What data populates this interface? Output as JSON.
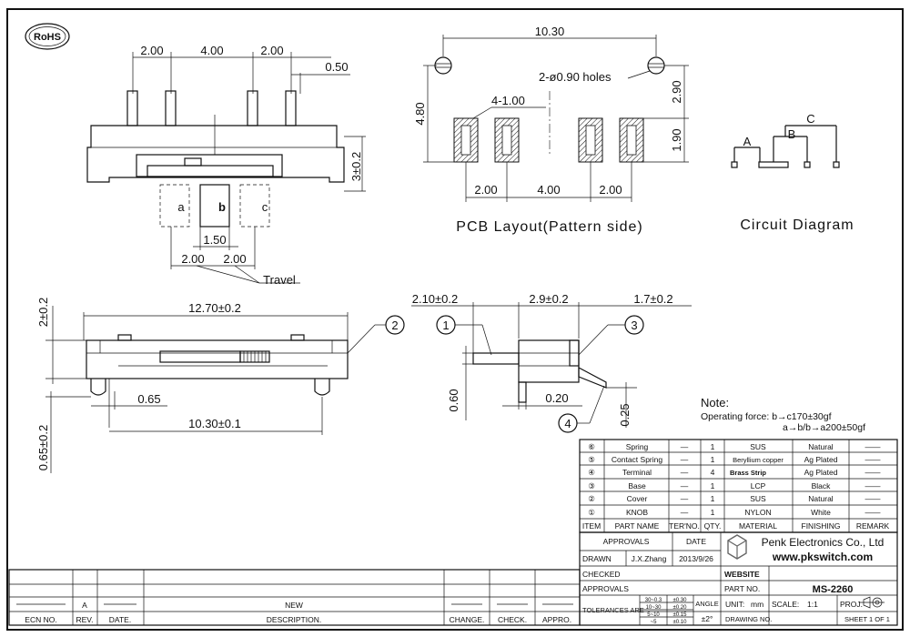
{
  "rohs": "RoHS",
  "top_view": {
    "dims": [
      "2.00",
      "4.00",
      "2.00",
      "0.50",
      "3±0.2",
      "1.50",
      "2.00",
      "2.00"
    ],
    "terminals": [
      "a",
      "b",
      "c"
    ],
    "travel": "Travel"
  },
  "pcb": {
    "dims": [
      "10.30",
      "2-ø0.90  holes",
      "4-1.00",
      "4.80",
      "2.90",
      "1.90",
      "2.00",
      "4.00",
      "2.00"
    ],
    "caption": "PCB Layout(Pattern side)"
  },
  "circuit": {
    "labels": [
      "A",
      "B",
      "C"
    ],
    "caption": "Circuit Diagram"
  },
  "front_view": {
    "dims": [
      "2±0.2",
      "12.70±0.2",
      "0.65",
      "10.30±0.1",
      "0.65±0.2"
    ],
    "callout": "2"
  },
  "side_view": {
    "dims": [
      "2.10±0.2",
      "2.9±0.2",
      "1.7±0.2",
      "0.60",
      "0.20",
      "0.25"
    ],
    "callouts": [
      "1",
      "3",
      "4"
    ]
  },
  "note": {
    "title": "Note:",
    "line1": "Operating  force: b→c170±30gf",
    "line2": "a→b/b→a200±50gf"
  },
  "bom": {
    "header": [
      "ITEM",
      "PART NAME",
      "TER'NO.",
      "QTY.",
      "MATERIAL",
      "FINISHING",
      "REMARK"
    ],
    "rows": [
      [
        "⑥",
        "Spring",
        "—",
        "1",
        "SUS",
        "Natural",
        "——"
      ],
      [
        "⑤",
        "Contact Spring",
        "—",
        "1",
        "Beryllium copper",
        "Ag Plated",
        "——"
      ],
      [
        "④",
        "Terminal",
        "—",
        "4",
        "Brass Strip",
        "Ag Plated",
        "——"
      ],
      [
        "③",
        "Base",
        "—",
        "1",
        "LCP",
        "Black",
        "——"
      ],
      [
        "②",
        "Cover",
        "—",
        "1",
        "SUS",
        "Natural",
        "——"
      ],
      [
        "①",
        "KNOB",
        "—",
        "1",
        "NYLON",
        "White",
        "——"
      ]
    ]
  },
  "title_block": {
    "approvals_header": "APPROVALS",
    "date_header": "DATE",
    "company": "Penk Electronics Co., Ltd",
    "website_url": "www.pkswitch.com",
    "drawn_label": "DRAWN",
    "drawn_by": "J.X.Zhang",
    "drawn_date": "2013/9/26",
    "checked_label": "CHECKED",
    "approvals_label": "APPROVALS",
    "website_label": "WEBSITE",
    "part_no_label": "PART NO.",
    "part_no": "MS-2260",
    "tolerances_label": "TOLERANCES ARE",
    "tol": [
      "30~0.3",
      "±0.30",
      "10~30",
      "±0.20",
      "5~10",
      "±0.15",
      "~5",
      "±0.10"
    ],
    "angle_label": "ANGLE",
    "angle_tol": "±2°",
    "unit_label": "UNIT:",
    "unit": "mm",
    "scale_label": "SCALE:",
    "scale": "1:1",
    "proj_label": "PROJ.",
    "drawing_no_label": "DRAWING NO.",
    "sheet": "SHEET  1  OF  1"
  },
  "revision": {
    "rev_value": "A",
    "description": "NEW",
    "headers": [
      "ECN NO.",
      "REV.",
      "DATE.",
      "DESCRIPTION.",
      "CHANGE.",
      "CHECK.",
      "APPRO."
    ]
  }
}
